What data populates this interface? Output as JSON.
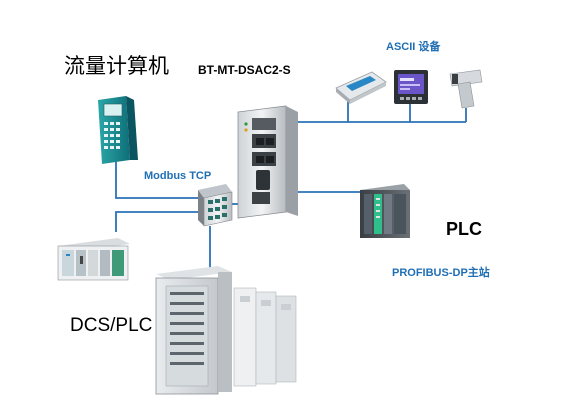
{
  "labels": {
    "flow_computer": "流量计算机",
    "model": "BT-MT-DSAC2-S",
    "ascii_devices": "ASCII 设备",
    "modbus_tcp": "Modbus TCP",
    "plc": "PLC",
    "profibus_master": "PROFIBUS-DP主站",
    "dcs_plc": "DCS/PLC"
  },
  "colors": {
    "line": "#2a72b8",
    "label_blue": "#1f6fb5",
    "label_black": "#000000"
  },
  "icons": [
    "flow-computer-icon",
    "gateway-module-icon",
    "ethernet-switch-icon",
    "scanner-icon",
    "display-meter-icon",
    "barcode-scanner-icon",
    "plc-rack-icon",
    "dcs-plc-modules-icon",
    "cabinet-icon"
  ]
}
